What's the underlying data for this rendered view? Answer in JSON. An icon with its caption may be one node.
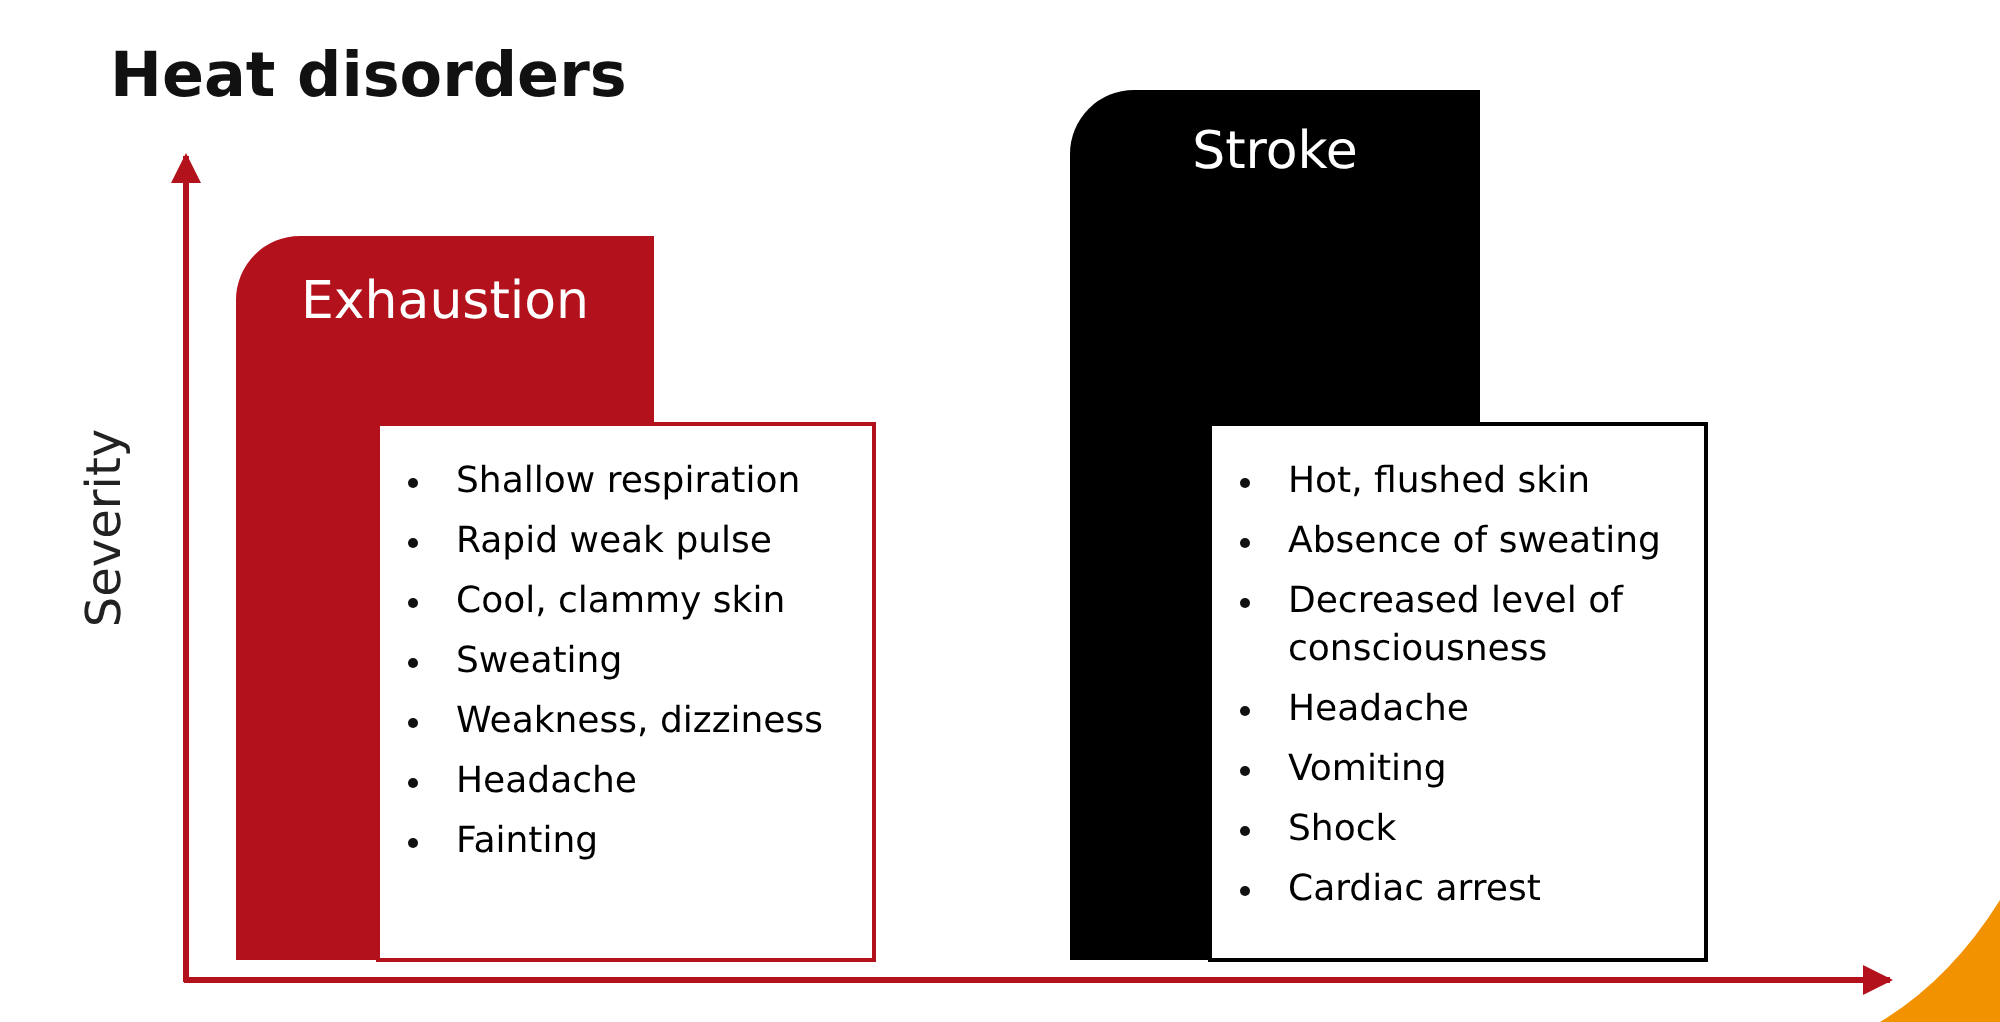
{
  "diagram": {
    "title": "Heat disorders",
    "nodes": [
      {
        "text": [
          "Exhaustion"
        ]
      },
      {
        "text": [
          "Shallow respiration",
          "Rapid weak pulse",
          "Cool, clammy skin",
          "Sweating",
          "Weakness, dizziness",
          "Headache",
          "Fainting"
        ]
      },
      {
        "text": [
          "Stroke"
        ]
      },
      {
        "text": [
          "Hot, flushed skin",
          "Absence of sweating",
          "Decreased level of consciousness",
          "Headache",
          "Vomiting",
          "Shock",
          "Cardiac arrest"
        ]
      }
    ],
    "edges": [],
    "labels": [
      "Severity"
    ]
  }
}
